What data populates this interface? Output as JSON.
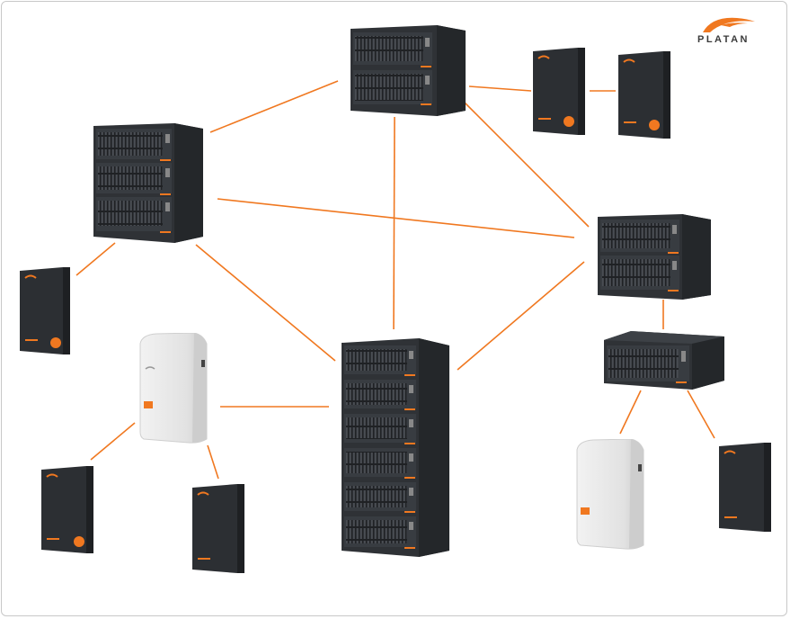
{
  "brand": {
    "name": "PLATAN",
    "accent": "#f07820"
  },
  "colors": {
    "link": "#f07820",
    "chassis": "#2f3236",
    "wall_light": "#e8e8e8"
  },
  "devices": [
    {
      "id": "rack-top-center",
      "kind": "rack",
      "units": 2
    },
    {
      "id": "rack-left",
      "kind": "rack",
      "units": 3
    },
    {
      "id": "rack-right",
      "kind": "rack",
      "units": 2
    },
    {
      "id": "rack-center-tall",
      "kind": "rack",
      "units": 6
    },
    {
      "id": "rack-right-small",
      "kind": "rack",
      "units": 1
    },
    {
      "id": "wallbox-dark-top-1",
      "kind": "wall-dark"
    },
    {
      "id": "wallbox-dark-top-2",
      "kind": "wall-dark"
    },
    {
      "id": "wallbox-dark-left",
      "kind": "wall-dark"
    },
    {
      "id": "wallbox-light-left",
      "kind": "wall-light"
    },
    {
      "id": "wallbox-dark-bottom-left",
      "kind": "wall-dark"
    },
    {
      "id": "wallbox-dark-bottom-mid",
      "kind": "wall-dark"
    },
    {
      "id": "wallbox-light-right",
      "kind": "wall-light"
    },
    {
      "id": "wallbox-dark-bottom-right",
      "kind": "wall-dark"
    }
  ],
  "connections": [
    [
      "rack-left",
      "rack-top-center"
    ],
    [
      "rack-top-center",
      "wallbox-dark-top-1"
    ],
    [
      "wallbox-dark-top-1",
      "wallbox-dark-top-2"
    ],
    [
      "rack-top-center",
      "rack-right"
    ],
    [
      "rack-top-center",
      "rack-center-tall"
    ],
    [
      "rack-left",
      "rack-right"
    ],
    [
      "rack-left",
      "wallbox-dark-left"
    ],
    [
      "rack-left",
      "rack-center-tall"
    ],
    [
      "rack-right",
      "rack-center-tall"
    ],
    [
      "rack-right",
      "rack-right-small"
    ],
    [
      "rack-right-small",
      "wallbox-light-right"
    ],
    [
      "rack-right-small",
      "wallbox-dark-bottom-right"
    ],
    [
      "wallbox-light-left",
      "rack-center-tall"
    ],
    [
      "wallbox-light-left",
      "wallbox-dark-bottom-left"
    ],
    [
      "wallbox-light-left",
      "wallbox-dark-bottom-mid"
    ]
  ]
}
